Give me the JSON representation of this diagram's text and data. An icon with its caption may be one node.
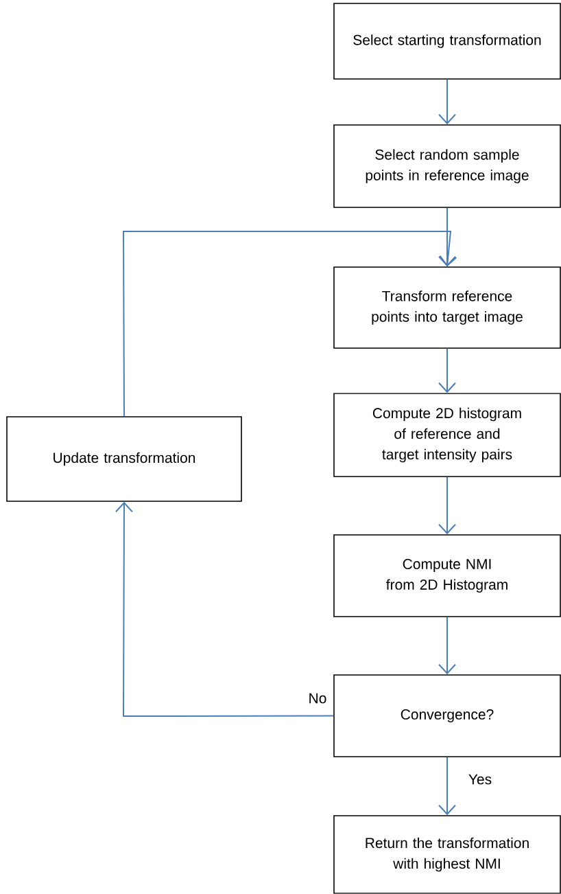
{
  "diagram": {
    "nodes": [
      {
        "text": [
          "Select starting transformation"
        ]
      },
      {
        "text": [
          "Select random sample points in reference image"
        ]
      },
      {
        "text": [
          "Transform reference points into target image"
        ]
      },
      {
        "text": [
          "Update transformation"
        ]
      },
      {
        "text": [
          "Compute 2D histogram of reference and target intensity pairs"
        ]
      },
      {
        "text": [
          "Compute NMI from 2D Histogram"
        ]
      },
      {
        "text": [
          "Convergence?"
        ]
      },
      {
        "text": [
          "Return the transformation with highest NMI"
        ]
      }
    ],
    "edges": [
      {
        "from": 0,
        "to": 1,
        "arrow": "to"
      },
      {
        "from": 1,
        "to": 2,
        "arrow": "to"
      },
      {
        "from": 2,
        "to": 4,
        "arrow": "to"
      },
      {
        "from": 4,
        "to": 5,
        "arrow": "to"
      },
      {
        "from": 5,
        "to": 6,
        "arrow": "to"
      },
      {
        "from": 6,
        "to": 7,
        "label": "Yes",
        "arrow": "to"
      },
      {
        "from": 6,
        "to": 3,
        "label": "No",
        "arrow": "to"
      },
      {
        "from": 3,
        "to": 2,
        "arrow": "to"
      }
    ]
  }
}
